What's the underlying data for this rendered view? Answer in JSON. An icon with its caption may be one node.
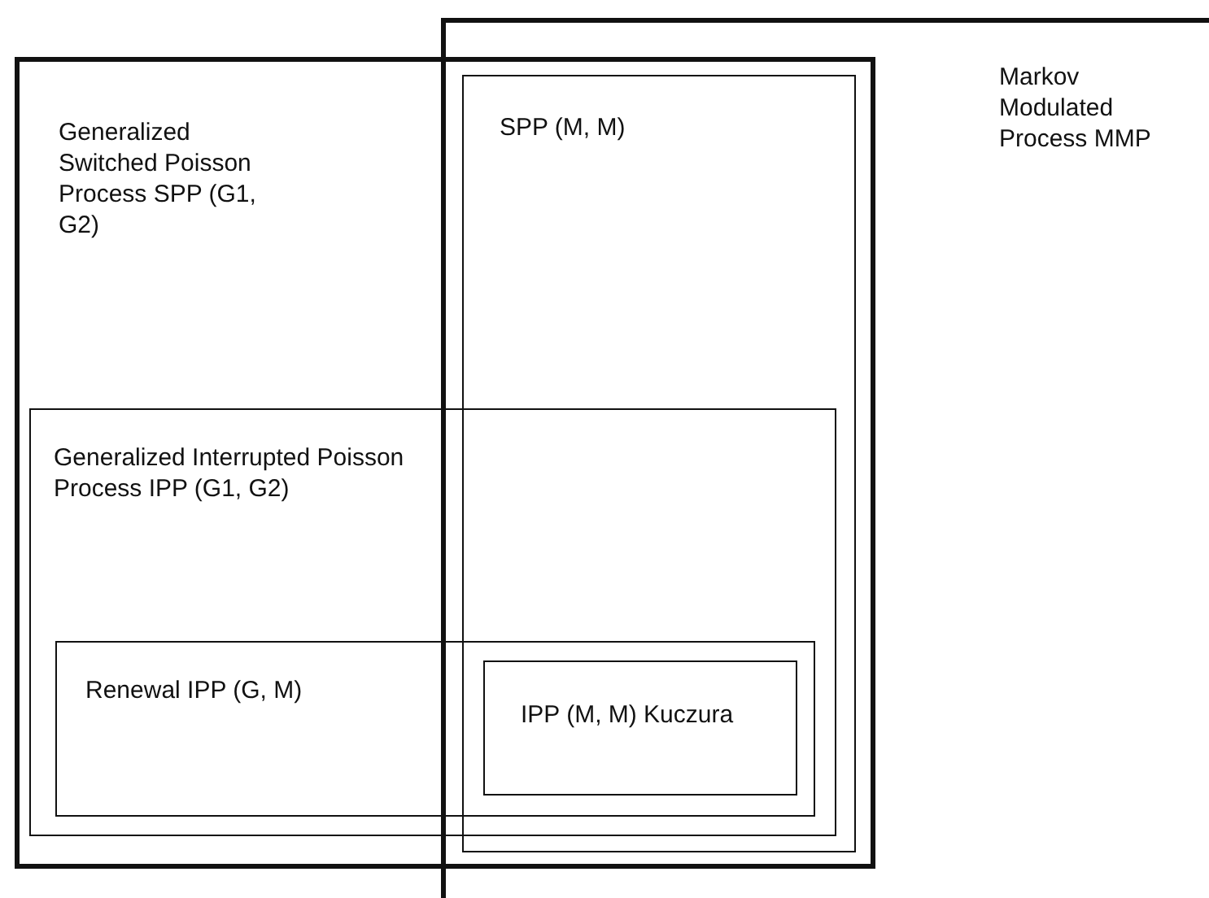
{
  "diagram": {
    "nodes": [
      {
        "text": [
          "Generalized Switched Poisson Process SPP (G1, G2)"
        ]
      },
      {
        "text": [
          "Markov Modulated Process MMP"
        ]
      },
      {
        "text": [
          "SPP (M, M)"
        ]
      },
      {
        "text": [
          "Generalized Interrupted Poisson Process IPP (G1, G2)"
        ],
        "in": 0
      },
      {
        "text": [
          "Renewal IPP (G, M)"
        ],
        "in": 3
      },
      {
        "text": [
          "IPP (M, M) Kuczura"
        ]
      }
    ],
    "edges": []
  }
}
